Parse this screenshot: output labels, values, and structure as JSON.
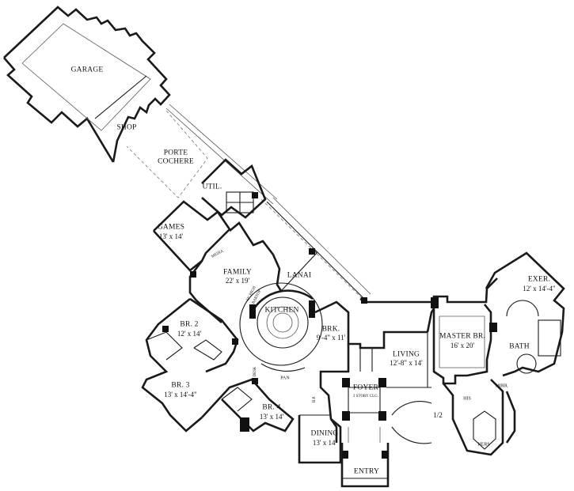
{
  "rooms": {
    "garage": {
      "name": "GARAGE"
    },
    "shop": {
      "name": "SHOP"
    },
    "porte_cochere": {
      "line1": "PORTE",
      "line2": "COCHERE"
    },
    "util": {
      "name": "UTIL."
    },
    "games": {
      "name": "GAMES",
      "dim": "13' x 14'"
    },
    "media": {
      "name": "MEDIA"
    },
    "family": {
      "name": "FAMILY",
      "dim": "22' x 19'"
    },
    "lanai": {
      "name": "LANAI"
    },
    "bartop": {
      "line1": "42\" HIGH",
      "line2": "BARTOP"
    },
    "kitchen": {
      "name": "KITCHEN"
    },
    "brk": {
      "name": "BRK.",
      "dim": "9'-4\" x 11'"
    },
    "living": {
      "name": "LIVING",
      "dim": "12'-8\" x 14'"
    },
    "master_br": {
      "name": "MASTER BR.",
      "dim": "16' x 20'"
    },
    "exer": {
      "name": "EXER.",
      "dim": "12' x 14'-4\""
    },
    "bath": {
      "name": "BATH"
    },
    "mirr": {
      "name": "MIRR."
    },
    "his": {
      "name": "HIS"
    },
    "hers": {
      "name": "HERS"
    },
    "half_bath": {
      "name": "1/2"
    },
    "br2": {
      "name": "BR. 2",
      "dim": "12' x 14'"
    },
    "br3": {
      "name": "BR. 3",
      "dim": "13' x 14'-4\""
    },
    "br4": {
      "name": "BR. 4",
      "dim": "13' x 14'"
    },
    "desk": {
      "name": "DESK"
    },
    "pan": {
      "name": "PAN"
    },
    "bp": {
      "name": "B.P."
    },
    "foyer": {
      "name": "FOYER",
      "dim": "2 STORY CLG."
    },
    "dining": {
      "name": "DINING",
      "dim": "13' x 14'"
    },
    "entry": {
      "name": "ENTRY"
    }
  }
}
